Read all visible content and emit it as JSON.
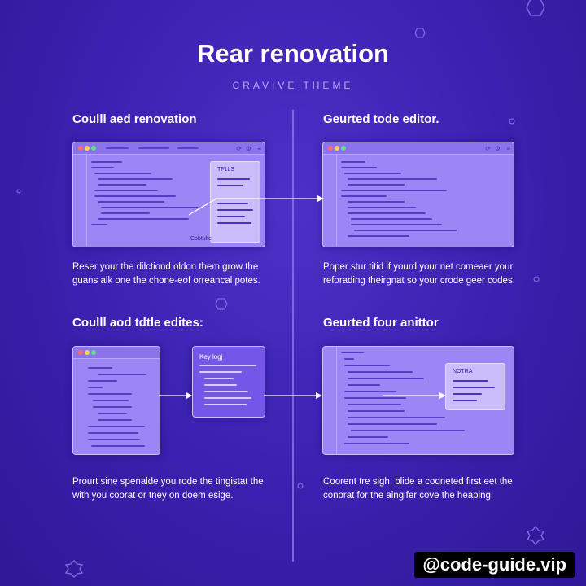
{
  "header": {
    "title": "Rear renovation",
    "subtitle": "CRAVIVE THEME"
  },
  "sections": [
    {
      "title": "Coulll aed renovation",
      "desc_1": "Reser your the dilctiond oldon them grow the",
      "desc_2": "guans alk one the chone-eof orreancal potes.",
      "panel_label": "TF1LS",
      "corner_label": "Cobtultc"
    },
    {
      "title": "Geurted tode editor.",
      "desc_1": "Poper stur titid if yourd your net comeaer your",
      "desc_2": "reforading theirgnat so your crode geer codes."
    },
    {
      "title": "Coulll aod tdtle edites:",
      "desc_1": "Prourt sine spenalde you rode the tingistat the",
      "desc_2": "with you coorat or tney on doem esige.",
      "popup_label": "Key logj"
    },
    {
      "title": "Geurted four anittor",
      "desc_1": "Coorent tre sigh, blide a codneted first eet the",
      "desc_2": "conorat for the aingifer cove the heaping.",
      "panel_label": "NOTRA"
    }
  ],
  "footer": {
    "handle": "@code-guide.vip"
  },
  "colors": {
    "background": "#3b21b0",
    "window": "#9c86f5",
    "accent": "#cdbfff"
  }
}
